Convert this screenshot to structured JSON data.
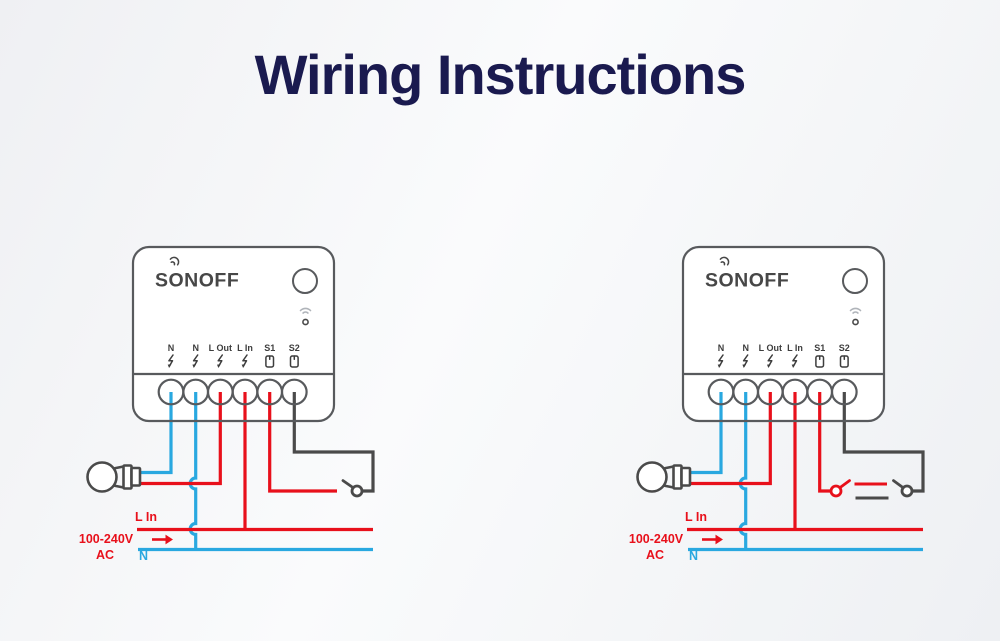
{
  "title": "Wiring Instructions",
  "colors": {
    "title_navy": "#1a1a4f",
    "live_wire_red": "#e8101b",
    "neutral_wire_blue": "#29a8e0",
    "switch_wire_dark": "#4a4a4a",
    "device_outline_gray": "#585a5d"
  },
  "device": {
    "brand": "SONOFF",
    "terminals": [
      {
        "label": "N",
        "icon": "lightning-icon"
      },
      {
        "label": "N",
        "icon": "lightning-icon"
      },
      {
        "label": "L Out",
        "icon": "lightning-icon"
      },
      {
        "label": "L In",
        "icon": "lightning-icon"
      },
      {
        "label": "S1",
        "icon": "dry-contact-icon"
      },
      {
        "label": "S2",
        "icon": "dry-contact-icon"
      }
    ]
  },
  "diagrams": [
    {
      "labels": {
        "line_in": "L In",
        "voltage": "100-240V",
        "ac": "AC",
        "neutral": "N"
      }
    },
    {
      "labels": {
        "line_in": "L In",
        "voltage": "100-240V",
        "ac": "AC",
        "neutral": "N"
      }
    }
  ]
}
